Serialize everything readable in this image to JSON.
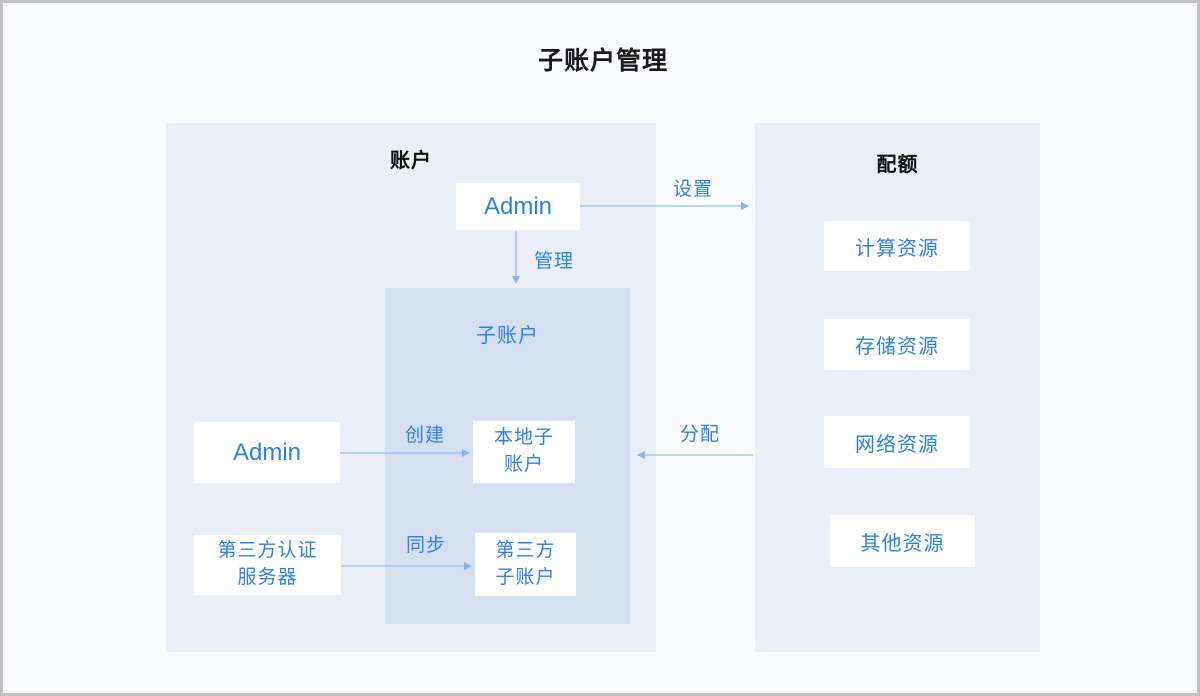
{
  "title": "子账户管理",
  "colors": {
    "canvas_bg": "#fafbfe",
    "canvas_border": "#c3c3c3",
    "panel_bg": "#e9eef7",
    "inner_panel_bg": "#d6dfef",
    "node_bg": "#ffffff",
    "accent_blue_text": "#2e80e4",
    "arrow_blue": "#a2c6f0",
    "heading_black": "#1a1a1a"
  },
  "panels": {
    "account": {
      "label": "账户"
    },
    "quota": {
      "label": "配额"
    },
    "subaccount": {
      "label": "子账户"
    }
  },
  "nodes": {
    "admin_top": {
      "label": "Admin"
    },
    "admin_left": {
      "label": "Admin"
    },
    "third_party_server": {
      "line1": "第三方认证",
      "line2": "服务器"
    },
    "local_sub": {
      "line1": "本地子",
      "line2": "账户"
    },
    "third_sub": {
      "line1": "第三方",
      "line2": "子账户"
    },
    "quota_items": [
      "计算资源",
      "存储资源",
      "网络资源",
      "其他资源"
    ]
  },
  "edges": {
    "set": "设置",
    "manage": "管理",
    "create": "创建",
    "sync": "同步",
    "allocate": "分配"
  }
}
